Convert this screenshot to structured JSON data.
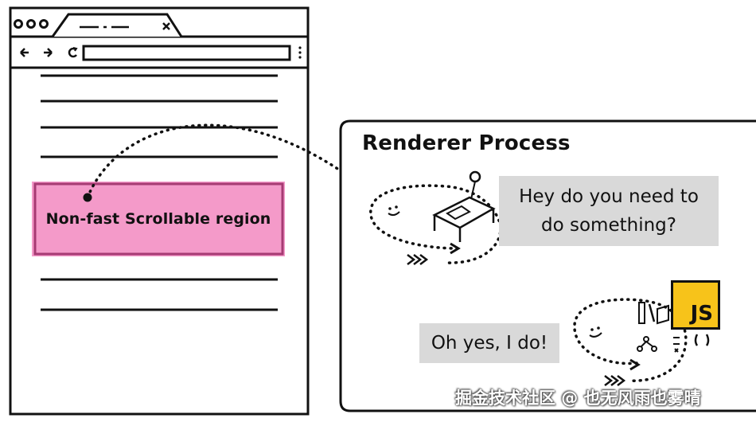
{
  "region": {
    "label": "Non-fast Scrollable region"
  },
  "renderer": {
    "title": "Renderer Process",
    "bubble_question": {
      "line1": "Hey do you need to",
      "line2": "do something?"
    },
    "bubble_answer": "Oh yes, I do!",
    "badge": "JS"
  },
  "watermark": "掘金技术社区 @ 也无风雨也雾晴",
  "colors": {
    "region_fill": "#f49ac9",
    "region_border": "#a63b73",
    "bubble": "#d9d9d9",
    "js_badge": "#f7c31a",
    "stroke": "#111111"
  }
}
